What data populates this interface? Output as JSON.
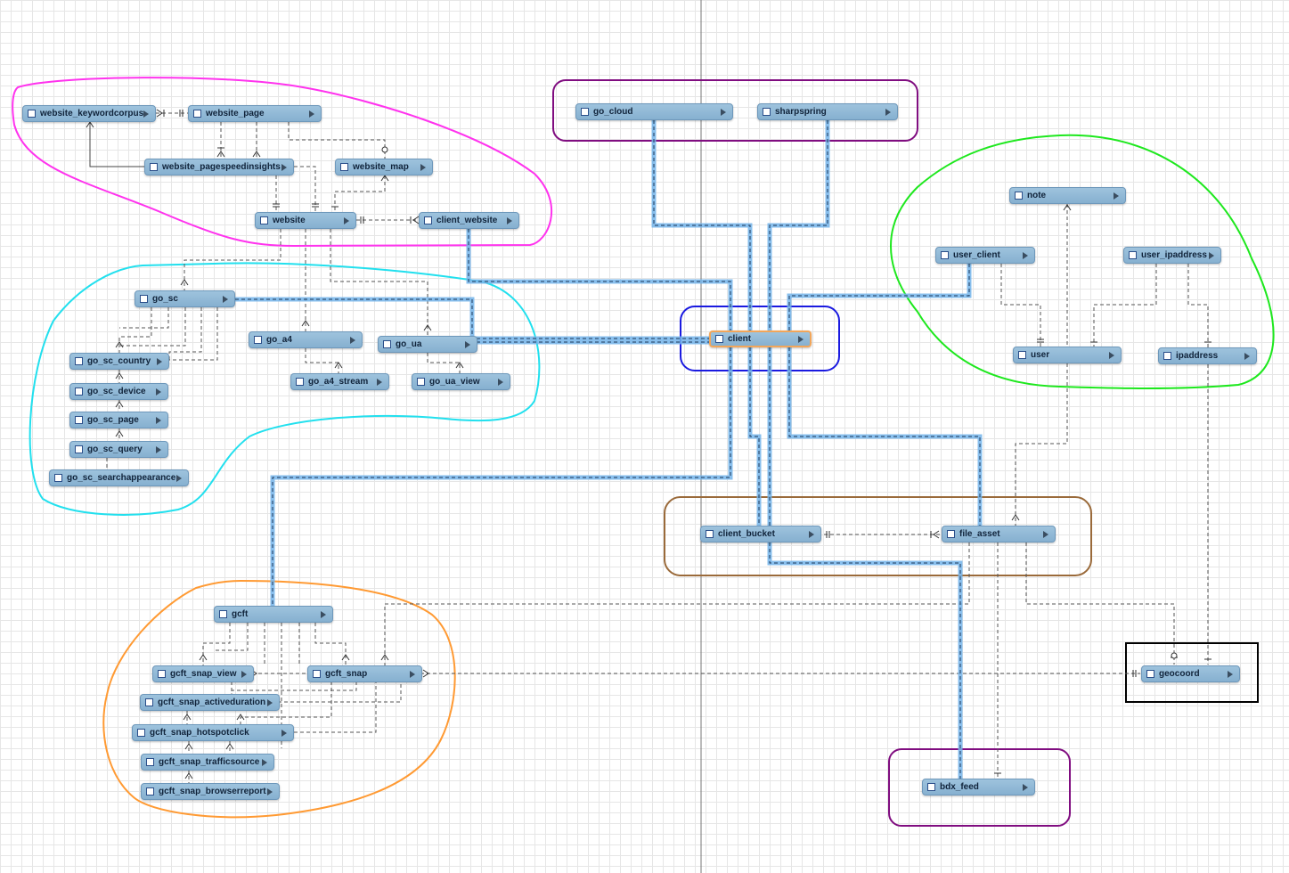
{
  "diagram": {
    "entities": {
      "website_keywordcorpus": "website_keywordcorpus",
      "website_page": "website_page",
      "website_pagespeedinsights": "website_pagespeedinsights",
      "website_map": "website_map",
      "website": "website",
      "client_website": "client_website",
      "go_sc": "go_sc",
      "go_sc_country": "go_sc_country",
      "go_sc_device": "go_sc_device",
      "go_sc_page": "go_sc_page",
      "go_sc_query": "go_sc_query",
      "go_sc_searchappearance": "go_sc_searchappearance",
      "go_a4": "go_a4",
      "go_ua": "go_ua",
      "go_a4_stream": "go_a4_stream",
      "go_ua_view": "go_ua_view",
      "go_cloud": "go_cloud",
      "sharpspring": "sharpspring",
      "client": "client",
      "note": "note",
      "user_client": "user_client",
      "user_ipaddress": "user_ipaddress",
      "user": "user",
      "ipaddress": "ipaddress",
      "client_bucket": "client_bucket",
      "file_asset": "file_asset",
      "gcft": "gcft",
      "gcft_snap_view": "gcft_snap_view",
      "gcft_snap": "gcft_snap",
      "gcft_snap_activeduration": "gcft_snap_activeduration",
      "gcft_snap_hotspotclick": "gcft_snap_hotspotclick",
      "gcft_snap_trafficsource": "gcft_snap_trafficsource",
      "gcft_snap_browserreport": "gcft_snap_browserreport",
      "geocoord": "geocoord",
      "bdx_feed": "bdx_feed"
    },
    "selected_entity": "client",
    "icons": {
      "table": "table-icon",
      "expand": "expand-arrow-icon"
    },
    "colors": {
      "entity_fill": "#8fb7d6",
      "entity_border": "#6e98bb",
      "selected_border": "#f2a65a",
      "highlight_line": "#74b4ea",
      "group_website": "#ff33ee",
      "group_go_sc": "#22e0ee",
      "group_cloud": "#800d80",
      "group_client": "#1a1ae0",
      "group_user": "#1ee81e",
      "group_bucket": "#9a6a3a",
      "group_gcft": "#ff9a33",
      "group_geocoord": "#000000",
      "group_bdx": "#800d80"
    }
  }
}
